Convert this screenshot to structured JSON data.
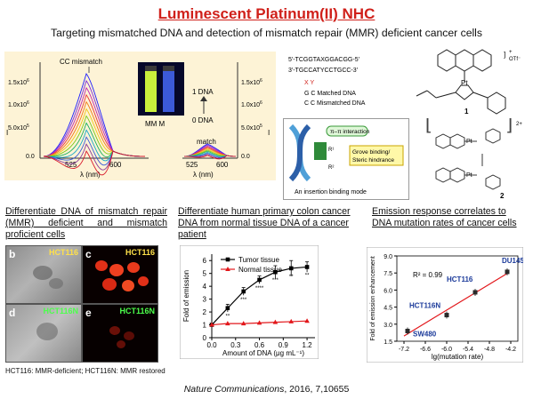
{
  "header": {
    "title": "Luminescent Platinum(II) NHC",
    "subtitle": "Targeting mismatched DNA and detection of mismatch repair  (MMR) deficient cancer cells"
  },
  "spectra_panel": {
    "bg_color": "#fdf3d6",
    "peak_label": "CC mismatch",
    "inset_label": "MM M",
    "dna_high": "1 DNA",
    "dna_low": "0 DNA",
    "match_label": "match",
    "y_label_left": "I",
    "y_label_right": "I",
    "y_ticks_left": [
      "1.5x10",
      "1.0x10",
      "5.0x10",
      "0.0"
    ],
    "y_ticks_right": [
      "1.5x10",
      "1.0x10",
      "5.0x10",
      "0.0"
    ],
    "y_exp_left": [
      "6",
      "6",
      "5",
      ""
    ],
    "y_exp_right": [
      "6",
      "6",
      "5",
      ""
    ],
    "x_ticks_left": [
      "525",
      "600"
    ],
    "x_ticks_right": [
      "525",
      "600"
    ],
    "x_label_left": "λ (nm)",
    "x_label_right": "λ (nm)"
  },
  "sequence": {
    "strand_top": "5'-TCGGTAXGGACGG-5'",
    "strand_bottom": "3'-TGCCATYCCTGCC-3'",
    "xy": "X Y",
    "row1": "G  C  Matched DNA",
    "row2": "C  C  Mismatched DNA"
  },
  "binding": {
    "pi_label": "π–π interaction",
    "groove_label": "Grove binding/ Steric hindrance",
    "mode_caption": "An insertion binding mode",
    "r1": "R¹",
    "r2": "R²"
  },
  "complexes": {
    "label_1": "1",
    "label_2": "2",
    "charge_1": "+",
    "counter_1": "OTf⁻",
    "charge_2": "2+"
  },
  "cells": {
    "heading": "Differentiate DNA of mismatch repair (MMR) deficient and mismatch proficient cells",
    "panels": [
      {
        "label": "b",
        "cell": "HCT116",
        "cell_color": "#ffe14a"
      },
      {
        "label": "c",
        "cell": "HCT116",
        "cell_color": "#ffe14a"
      },
      {
        "label": "d",
        "cell": "HCT116N",
        "cell_color": "#4cff4c"
      },
      {
        "label": "e",
        "cell": "HCT116N",
        "cell_color": "#4cff4c"
      }
    ],
    "footnote": "HCT116: MMR-deficient; HCT116N: MMR restored"
  },
  "tissue": {
    "heading": "Differentiate human primary colon cancer DNA from normal tissue DNA of a cancer patient"
  },
  "mutation": {
    "heading": "Emission response correlates to DNA mutation rates of cancer cells",
    "r2": "R² = 0.99"
  },
  "journal": {
    "name": "Nature Communications",
    "details": ", 2016, 7,10655"
  },
  "chart_data": [
    {
      "type": "line",
      "series": [
        {
          "name": "Tumor tissue",
          "color": "#000000",
          "marker": "square",
          "x": [
            0,
            0.2,
            0.4,
            0.6,
            0.8,
            1.0,
            1.2
          ],
          "y": [
            1.0,
            2.3,
            3.6,
            4.5,
            5.1,
            5.4,
            5.5
          ],
          "err": [
            0.1,
            0.3,
            0.3,
            0.3,
            0.5,
            0.6,
            0.4
          ],
          "sig": [
            "",
            "**",
            "***",
            "****",
            "***",
            "**",
            "**"
          ]
        },
        {
          "name": "Normal tissue",
          "color": "#e2171b",
          "marker": "triangle",
          "x": [
            0,
            0.2,
            0.4,
            0.6,
            0.8,
            1.0,
            1.2
          ],
          "y": [
            1.0,
            1.1,
            1.1,
            1.15,
            1.2,
            1.25,
            1.3
          ]
        }
      ],
      "xlabel": "Amount of DNA (μg mL⁻¹)",
      "ylabel": "Fold of emission",
      "xlim": [
        0,
        1.3
      ],
      "ylim": [
        0,
        6.5
      ],
      "xticks": [
        "0.0",
        "0.3",
        "0.6",
        "0.9",
        "1.2"
      ],
      "yticks": [
        "0",
        "1",
        "2",
        "3",
        "4",
        "5",
        "6"
      ]
    },
    {
      "type": "scatter",
      "points": [
        {
          "label": "SW480",
          "x": -7.1,
          "y": 2.4
        },
        {
          "label": "HCT116N",
          "x": -6.0,
          "y": 3.8
        },
        {
          "label": "HCT116",
          "x": -5.2,
          "y": 5.8
        },
        {
          "label": "DU145",
          "x": -4.3,
          "y": 7.6
        }
      ],
      "fit": true,
      "xlabel": "lg(mutation rate)",
      "ylabel": "Fold of emission enhancement",
      "xlim": [
        -7.4,
        -4.0
      ],
      "ylim": [
        1.5,
        9.0
      ],
      "xticks": [
        "-7.2",
        "-6.6",
        "-6.0",
        "-5.4",
        "-4.8",
        "-4.2"
      ],
      "yticks": [
        "1.5",
        "3.0",
        "4.5",
        "6.0",
        "7.5",
        "9.0"
      ],
      "point_color": "#2a2a2a",
      "line_color": "#e2171b",
      "label_color": "#1b3a9a"
    }
  ]
}
